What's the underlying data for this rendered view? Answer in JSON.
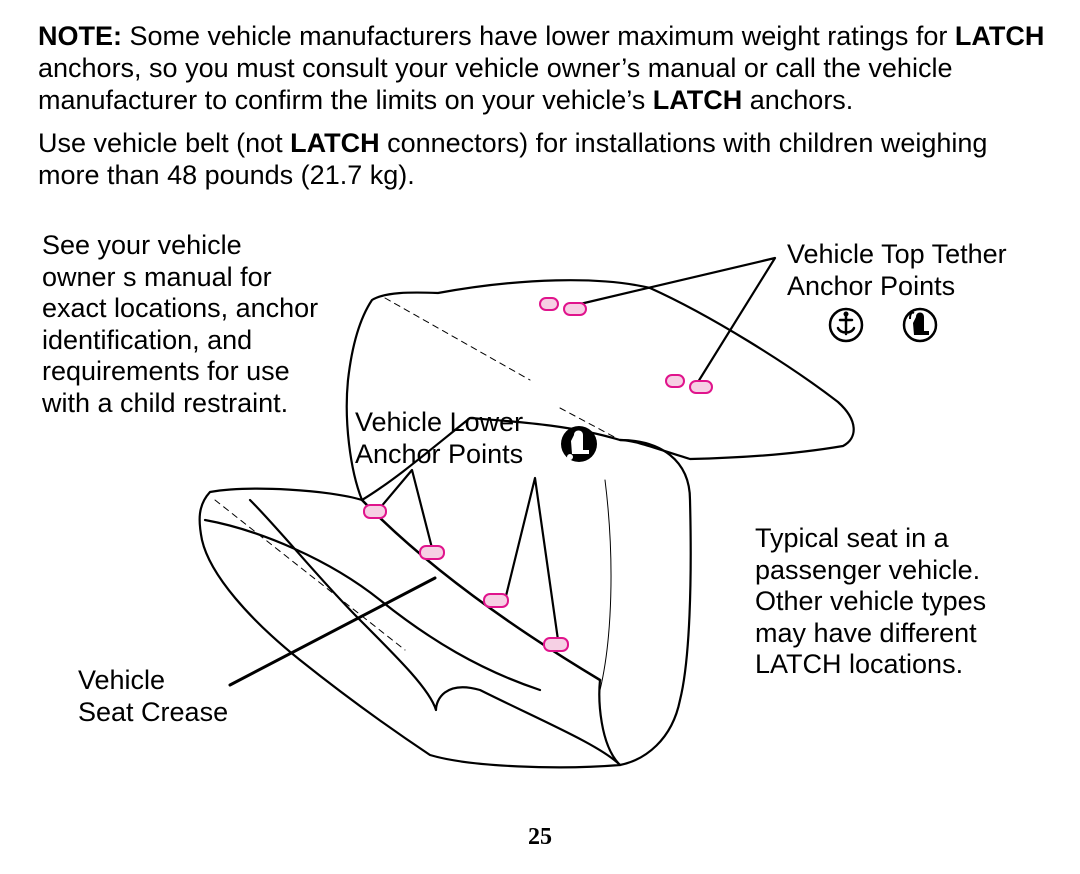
{
  "note": {
    "lead": "NOTE:",
    "t1": " Some vehicle manufacturers have lower maximum weight ratings for ",
    "k1": "LATCH",
    "t2": " anchors, so you must consult your vehicle owner’s manual or call the vehicle manufacturer to confirm the limits on your vehicle’s ",
    "k2": "LATCH",
    "t3": " anchors."
  },
  "belt": {
    "t1": "Use vehicle belt (not ",
    "k1": "LATCH",
    "t2": " connectors) for installations with children weighing more than 48 pounds (21.7 kg)."
  },
  "figure": {
    "see_manual": "See your vehicle\nowner s manual for\nexact locations, anchor\nidentification, and\nrequirements for use\nwith a child restraint.",
    "top_tether": "Vehicle Top Tether\nAnchor Points",
    "lower_anchor": "Vehicle Lower\nAnchor Points",
    "typical_seat": "Typical seat in a\npassenger vehicle.\nOther vehicle types\nmay have different\nLATCH locations.",
    "seat_crease": "Vehicle\nSeat Crease",
    "icons": [
      "tether-anchor-icon",
      "tether-child-seat-icon",
      "lower-anchor-child-seat-icon"
    ],
    "anchor_color": "#e0148c"
  },
  "page_number": "25"
}
